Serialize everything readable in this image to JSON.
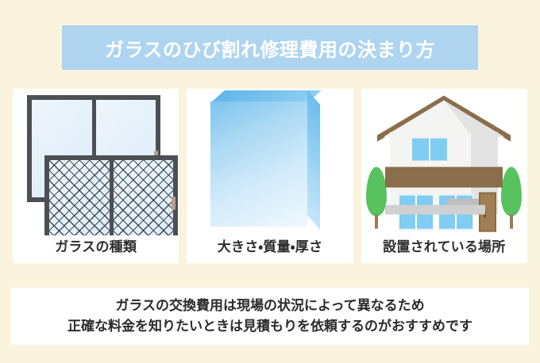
{
  "title": {
    "text": "ガラスのひび割れ修理費用の決まり方",
    "banner_color": "#aed4ef",
    "text_color": "#ffffff"
  },
  "page": {
    "background_color": "#faf3de",
    "card_background": "#ffffff"
  },
  "cards": [
    {
      "label": "ガラスの種類",
      "figure": "two-windows-plain-and-wire-mesh-glass",
      "colors": {
        "frame": "#4c5055",
        "glass": "#e6f1fb",
        "handle": "#b9a08b",
        "mesh": "#28303a"
      }
    },
    {
      "label": "大きさ・質量・厚さ",
      "figure": "3d-glass-pane",
      "colors": {
        "face_top": "#7cc4ee",
        "face_bottom": "#eff8fd",
        "edge": "#5fb6e8"
      }
    },
    {
      "label": "設置されている場所",
      "figure": "two-story-house-with-trees",
      "colors": {
        "roof": "#8a6e4b",
        "wall": "#f4f4f3",
        "window": "#7fcdf2",
        "door": "#a07f53",
        "tree": "#58c25e",
        "trunk": "#9a7b55",
        "base": "#cfd0cf"
      }
    }
  ],
  "bottom_note": {
    "line1": "ガラスの交換費用は現場の状況によって異なるため",
    "line2": "正確な料金を知りたいときは見積もりを依頼するのがおすすめです",
    "text_color": "#2b2b2b"
  }
}
